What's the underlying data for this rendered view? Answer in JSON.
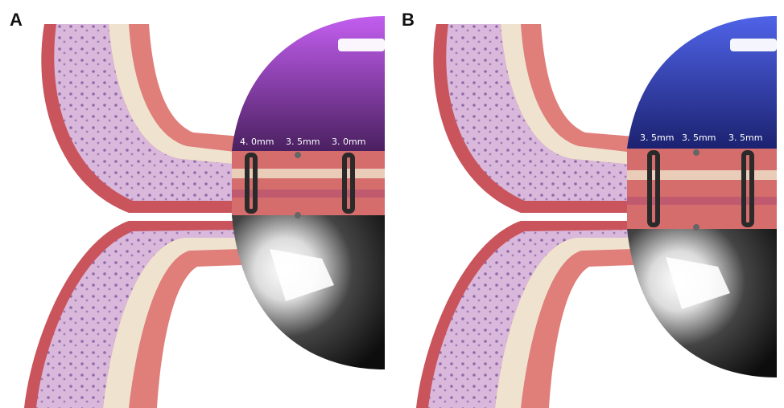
{
  "panels": [
    {
      "letter": "A",
      "anvil_color": "#9b3fd6",
      "staple_labels": [
        "4. 0mm",
        "3. 5mm",
        "3. 0mm"
      ]
    },
    {
      "letter": "B",
      "anvil_color": "#3344c8",
      "staple_labels": [
        "3. 5mm",
        "3. 5mm",
        "3. 5mm"
      ]
    }
  ],
  "icons": {
    "anvil": "anvil-hemisphere",
    "cartridge": "stapler-cartridge-hemisphere",
    "staple": "staple"
  }
}
